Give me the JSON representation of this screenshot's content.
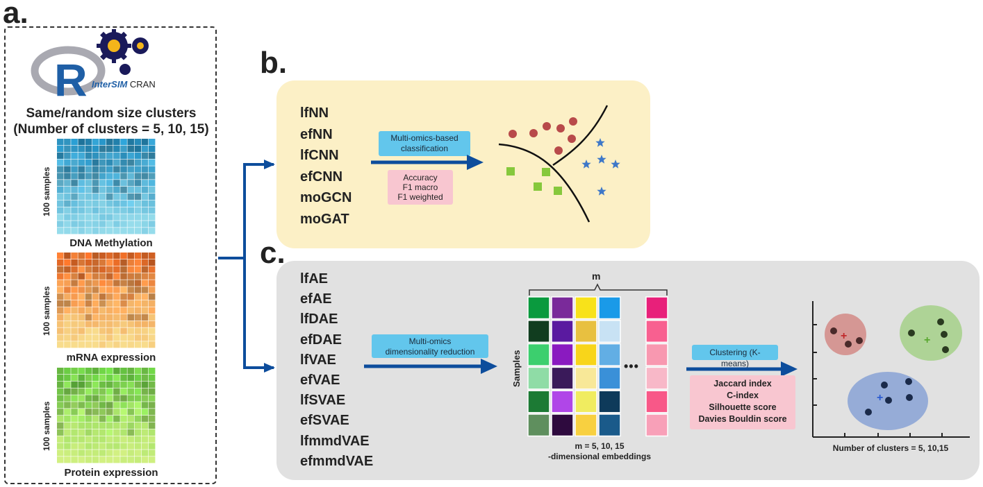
{
  "panels": {
    "a": "a.",
    "b": "b.",
    "c": "c."
  },
  "logo": {
    "letter": "R",
    "text_italic": "InterSIM",
    "text_normal": " CRAN"
  },
  "panel_a": {
    "title_line1": "Same/random size clusters",
    "title_line2": "(Number of clusters = 5, 10, 15)",
    "heatmaps": [
      {
        "label": "DNA Methylation",
        "ylabel": "100 samples",
        "scheme": "blue"
      },
      {
        "label": "mRNA expression",
        "ylabel": "100 samples",
        "scheme": "orange"
      },
      {
        "label": "Protein expression",
        "ylabel": "100 samples",
        "scheme": "green"
      }
    ]
  },
  "panel_b": {
    "models": [
      "lfNN",
      "efNN",
      "lfCNN",
      "efCNN",
      "moGCN",
      "moGAT"
    ],
    "task_line1": "Multi-omics-based",
    "task_line2": "classification",
    "metrics": [
      "Accuracy",
      "F1 macro",
      "F1 weighted"
    ]
  },
  "panel_c": {
    "models": [
      "lfAE",
      "efAE",
      "lfDAE",
      "efDAE",
      "lfVAE",
      "efVAE",
      "lfSVAE",
      "efSVAE",
      "lfmmdVAE",
      "efmmdVAE"
    ],
    "task_line1": "Multi-omics",
    "task_line2": "dimensionality reduction",
    "embed_m": "m",
    "embed_ylabel": "Samples",
    "ellipsis": "•••",
    "embed_caption_line1": "m = 5, 10, 15",
    "embed_caption_line2": "-dimensional embeddings",
    "clustering_label": "Clustering (K-means)",
    "metrics": [
      "Jaccard index",
      "C-index",
      "Silhouette score",
      "Davies Bouldin score"
    ],
    "scatter_caption": "Number of clusters = 5, 10,15"
  },
  "colors": {
    "arrow": "#0d4d9c",
    "panel_b_bg": "#fcf0c6",
    "panel_c_bg": "#e1e1e1",
    "label_blue": "#62c6ec",
    "label_pink": "#f8c6d0",
    "dot_red": "#b84a4a",
    "star_blue": "#3e78c8",
    "square_green": "#86c83c",
    "embedding_columns": [
      [
        "#0a9a3e",
        "#113d1f",
        "#3ccf6e",
        "#8fdca6",
        "#1c7a34",
        "#5f8f5e"
      ],
      [
        "#7a2a9a",
        "#5a1aa0",
        "#8a1ac0",
        "#3a1a5a",
        "#b046e8",
        "#2e0a3e"
      ],
      [
        "#f8e21a",
        "#e8c040",
        "#f8d51a",
        "#f8e898",
        "#f0ec60",
        "#f8d040"
      ],
      [
        "#1a9ae8",
        "#c8e2f4",
        "#62aee4",
        "#3a90d8",
        "#0e3a5a",
        "#1a5a8a"
      ],
      [
        "#e8207a",
        "#f86090",
        "#f898b0",
        "#f8b8c8",
        "#f85888",
        "#f8a0b8"
      ]
    ]
  }
}
